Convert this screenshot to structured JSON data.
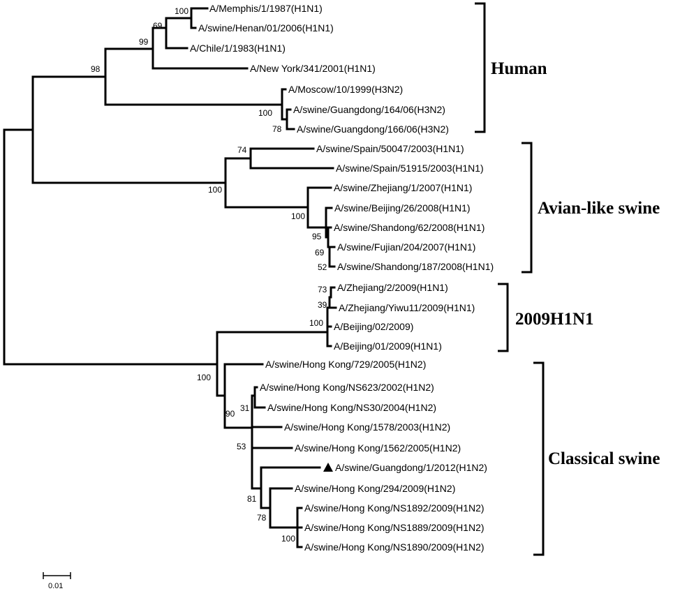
{
  "taxa": {
    "memphis": "A/Memphis/1/1987(H1N1)",
    "henan": "A/swine/Henan/01/2006(H1N1)",
    "chile": "A/Chile/1/1983(H1N1)",
    "newyork": "A/New York/341/2001(H1N1)",
    "moscow": "A/Moscow/10/1999(H3N2)",
    "gd164": "A/swine/Guangdong/164/06(H3N2)",
    "gd166": "A/swine/Guangdong/166/06(H3N2)",
    "spain50047": "A/swine/Spain/50047/2003(H1N1)",
    "spain51915": "A/swine/Spain/51915/2003(H1N1)",
    "zhejiang1": "A/swine/Zhejiang/1/2007(H1N1)",
    "beijing26": "A/swine/Beijing/26/2008(H1N1)",
    "shandong62": "A/swine/Shandong/62/2008(H1N1)",
    "fujian204": "A/swine/Fujian/204/2007(H1N1)",
    "shandong187": "A/swine/Shandong/187/2008(H1N1)",
    "zhejiang2": "A/Zhejiang/2/2009(H1N1)",
    "yiwu11": "A/Zhejiang/Yiwu11/2009(H1N1)",
    "beijing02": "A/Beijing/02/2009)",
    "beijing01": "A/Beijing/01/2009(H1N1)",
    "hk729": "A/swine/Hong Kong/729/2005(H1N2)",
    "hkns623": "A/swine/Hong Kong/NS623/2002(H1N2)",
    "hkns30": "A/swine/Hong Kong/NS30/2004(H1N2)",
    "hk1578": "A/swine/Hong Kong/1578/2003(H1N2)",
    "hk1562": "A/swine/Hong Kong/1562/2005(H1N2)",
    "gd1": "A/swine/Guangdong/1/2012(H1N2)",
    "hk294": "A/swine/Hong Kong/294/2009(H1N2)",
    "hkns1892": "A/swine/Hong Kong/NS1892/2009(H1N2)",
    "hkns1889": "A/swine/Hong Kong/NS1889/2009(H1N2)",
    "hkns1890": "A/swine/Hong Kong/NS1890/2009(H1N2)"
  },
  "bootstrap": {
    "memphis_henan": "100",
    "memphis_henan_chile": "69",
    "human_h1n1": "99",
    "human": "98",
    "gd_h3n2_pair": "100",
    "gd_h3n2_inner": "78",
    "spain": "74",
    "avian_like": "100",
    "china_avian": "100",
    "beijing26_clade": "95",
    "shandong62_clade": "69",
    "fujian_shandong187": "52",
    "zhejiang_pair": "73",
    "yiwu_clade": "39",
    "h1n1_2009": "100",
    "classical_2009": "100",
    "classical": "90",
    "ns623_ns30": "31",
    "hk1562_clade": "53",
    "gd1_clade": "81",
    "hk294_clade": "78",
    "ns_pair": "100"
  },
  "clades": {
    "human": "Human",
    "avian_like": "Avian-like swine",
    "h1n1_2009": "2009H1N1",
    "classical": "Classical swine"
  },
  "highlighted_strain_marker": "filled-triangle",
  "scale": {
    "label": "0.01"
  }
}
